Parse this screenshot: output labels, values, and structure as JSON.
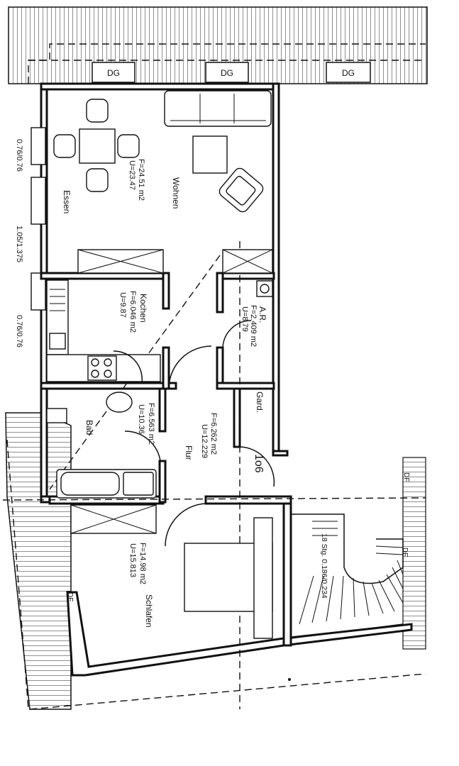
{
  "roof": {
    "dormer_labels": [
      "DG",
      "DG",
      "DG"
    ],
    "df_labels": [
      "DF",
      "DF",
      "DF"
    ]
  },
  "dimensions": {
    "window_1": "0.76/0.76",
    "window_2": "1.05/1.375",
    "window_3": "0.76/0.76"
  },
  "rooms": {
    "wohnen": {
      "name": "Wohnen",
      "area": "F=24.51 m2",
      "perimeter": "U=23.47"
    },
    "essen": {
      "name": "Essen"
    },
    "kochen": {
      "name": "Kochen",
      "area": "F=6.046 m2",
      "perimeter": "U=9.87"
    },
    "ar": {
      "name": "A.R.",
      "area": "F=2.409 m2",
      "perimeter": "U=8.79"
    },
    "gard": {
      "name": "Gard."
    },
    "bad": {
      "name": "Bad",
      "area": "F=6.563 m2",
      "perimeter": "U=10.36"
    },
    "flur": {
      "name": "Flur",
      "area": "F=6.262 m2",
      "perimeter": "U=12.229"
    },
    "schlafen": {
      "name": "Schlafen",
      "area": "F=14.98 m2",
      "perimeter": "U=15.813"
    }
  },
  "stairs": {
    "label": "18 Stg. 0.186/0.234"
  },
  "entrance": {
    "label": "1o6"
  }
}
